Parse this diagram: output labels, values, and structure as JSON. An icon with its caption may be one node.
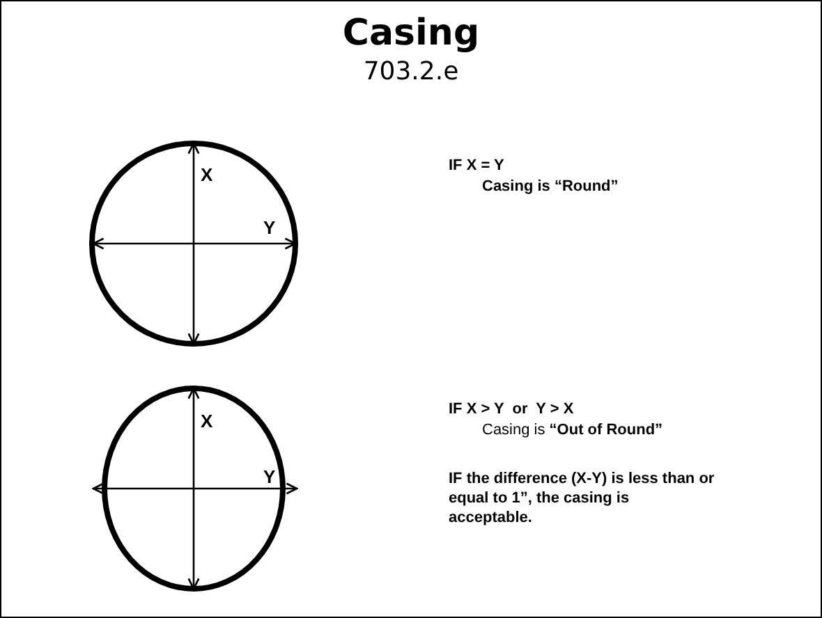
{
  "diagram": {
    "title": "Casing",
    "labels": [
      "703.2.e",
      "X",
      "Y",
      "IF X = Y",
      "Casing is “Round”",
      "X",
      "Y",
      "IF X > Y  or  Y > X",
      "Casing is **“Out of Round”**",
      "IF the difference (X-Y) is less than or equal to 1”, the casing is acceptable."
    ]
  }
}
